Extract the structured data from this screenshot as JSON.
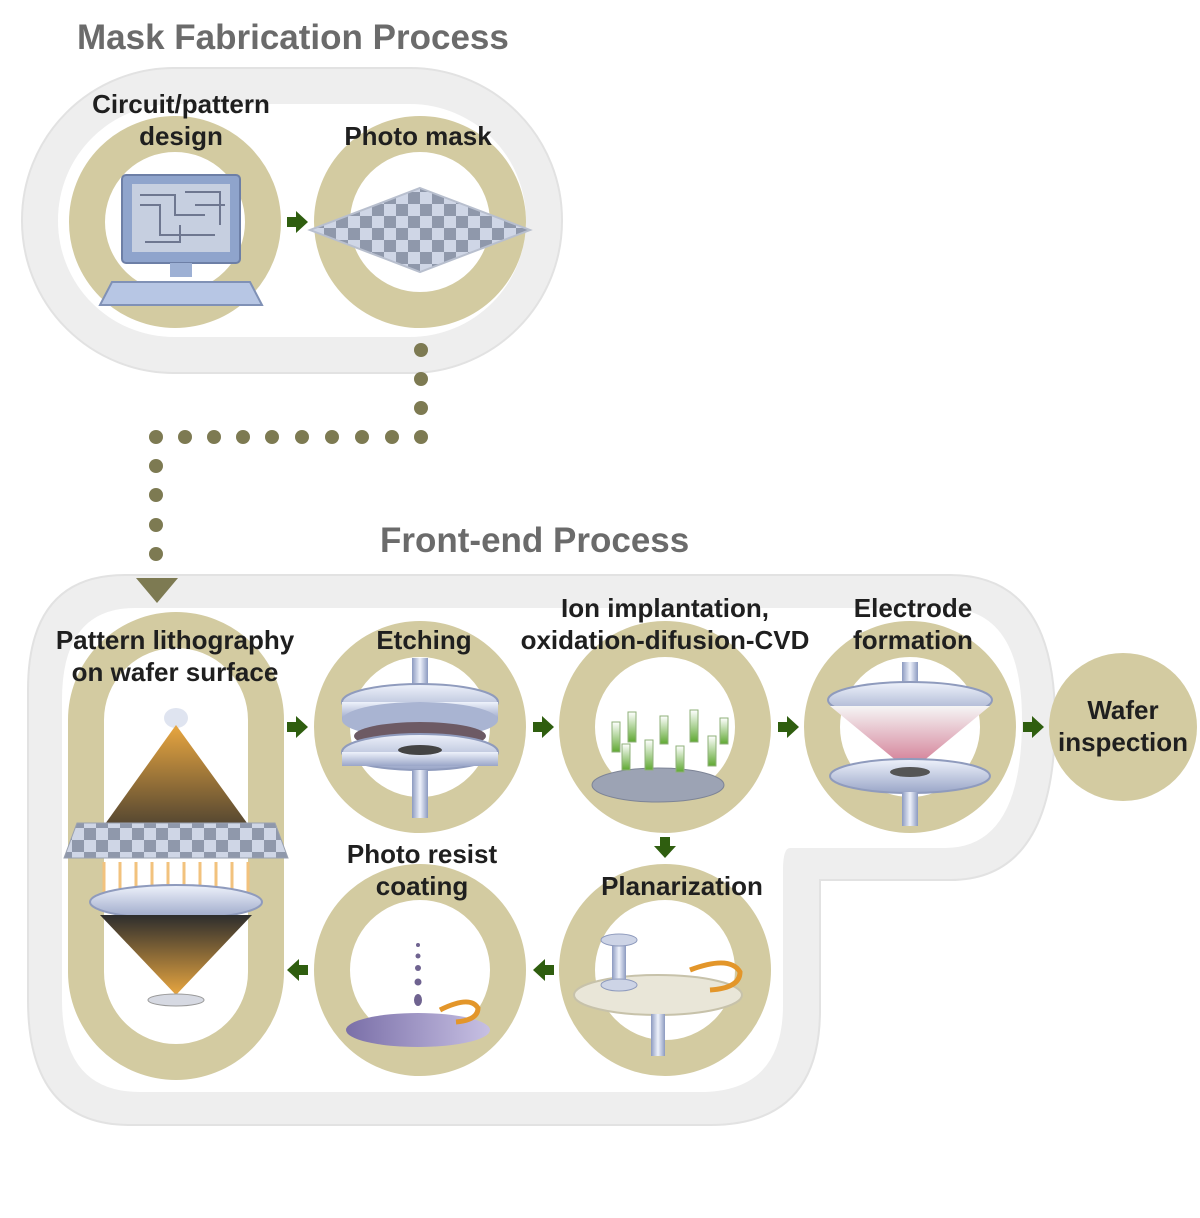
{
  "sections": {
    "mask": {
      "title": "Mask Fabrication Process"
    },
    "frontend": {
      "title": "Front-end Process"
    }
  },
  "steps": {
    "circuit_design": {
      "line1": "Circuit/pattern",
      "line2": "design"
    },
    "photo_mask": {
      "line1": "Photo mask"
    },
    "lithography": {
      "line1": "Pattern lithography",
      "line2": "on wafer surface"
    },
    "etching": {
      "line1": "Etching"
    },
    "ion_implantation": {
      "line1": "Ion implantation,",
      "line2": "oxidation-difusion-CVD"
    },
    "electrode": {
      "line1": "Electrode",
      "line2": "formation"
    },
    "wafer_inspection": {
      "line1": "Wafer",
      "line2": "inspection"
    },
    "photo_resist": {
      "line1": "Photo resist",
      "line2": "coating"
    },
    "planarization": {
      "line1": "Planarization"
    }
  },
  "colors": {
    "ring": "#d3cba1",
    "track": "#eeeeee",
    "track_edge": "#e2e2e2",
    "arrow": "#2f5e0f",
    "dots": "#7d7a52",
    "title": "#6b6b6b"
  }
}
